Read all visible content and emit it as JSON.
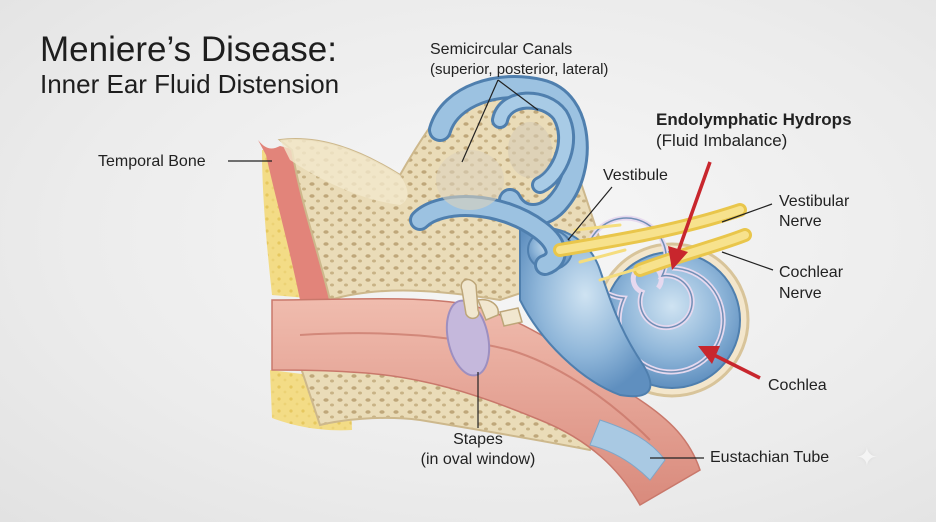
{
  "title": "Meniere’s Disease:",
  "subtitle": "Inner Ear Fluid Distension",
  "labels": {
    "semicircular": "Semicircular Canals",
    "semicircular_sub": "(superior, posterior, lateral)",
    "temporal_bone": "Temporal Bone",
    "vestibule": "Vestibule",
    "hydrops": "Endolymphatic Hydrops",
    "hydrops_sub": "(Fluid Imbalance)",
    "vestibular_nerve_1": "Vestibular",
    "vestibular_nerve_2": "Nerve",
    "cochlear_nerve_1": "Cochlear",
    "cochlear_nerve_2": "Nerve",
    "cochlea": "Cochlea",
    "stapes": "Stapes",
    "stapes_sub": "(in oval window)",
    "eustachian": "Eustachian Tube"
  },
  "colors": {
    "bone": "#efe3c6",
    "fluid": "#8fb6d9",
    "nerve": "#f2d667",
    "tissue": "#e7a79a",
    "fat": "#f3dc86",
    "arrow": "#c8262d"
  }
}
